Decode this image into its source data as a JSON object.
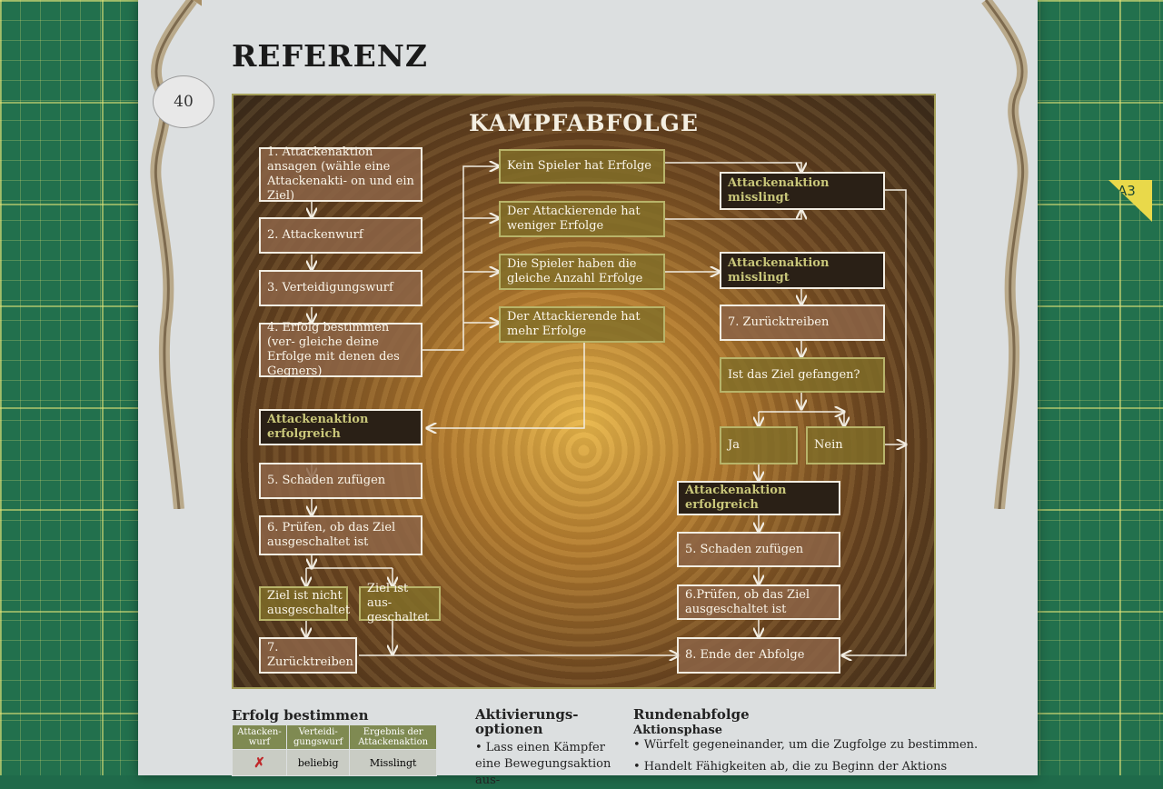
{
  "mat": {
    "label": "A3"
  },
  "page": {
    "title": "REFERENZ",
    "number": "40"
  },
  "flow": {
    "title": "KAMPFABFOLGE",
    "left": [
      "1. Attackenaktion ansagen (wähle eine Attackenakti- on und ein Ziel)",
      "2. Attackenwurf",
      "3. Verteidigungswurf",
      "4. Erfolg bestimmen (ver- gleiche deine Erfolge mit denen des Gegners)",
      "Attackenaktion erfolgreich",
      "5. Schaden zufügen",
      "6. Prüfen, ob das Ziel ausgeschaltet ist",
      "Ziel ist nicht ausgeschaltet",
      "Ziel ist aus- geschaltet",
      "7. Zurücktreiben"
    ],
    "middle": [
      "Kein Spieler hat Erfolge",
      "Der Attackierende hat weniger Erfolge",
      "Die Spieler haben die gleiche Anzahl Erfolge",
      "Der Attackierende hat mehr Erfolge"
    ],
    "right": [
      "Attackenaktion misslingt",
      "Attackenaktion misslingt",
      "7. Zurücktreiben",
      "Ist das Ziel gefangen?",
      "Ja",
      "Nein",
      "Attackenaktion erfolgreich",
      "5. Schaden zufügen",
      "6.Prüfen, ob das Ziel ausgeschaltet ist",
      "8. Ende der Abfolge"
    ]
  },
  "bottom": {
    "col1": {
      "heading": "Erfolg bestimmen",
      "table_headers": [
        "Attacken- wurf",
        "Verteidi- gungswurf",
        "Ergebnis der Attackenaktion"
      ],
      "row": {
        "attack_icon": "cross-icon",
        "attack": "✗",
        "defense": "beliebig",
        "result": "Misslingt"
      }
    },
    "col2": {
      "heading": "Aktivierungs- optionen",
      "bullet1": "• Lass einen Kämpfer eine Bewegungsaktion aus-"
    },
    "col3": {
      "heading": "Rundenabfolge",
      "subheading": "Aktionsphase",
      "bullet1": "• Würfelt gegeneinander, um die Zugfolge zu bestimmen.",
      "bullet2": "• Handelt Fähigkeiten ab, die zu Beginn der Aktions"
    }
  }
}
